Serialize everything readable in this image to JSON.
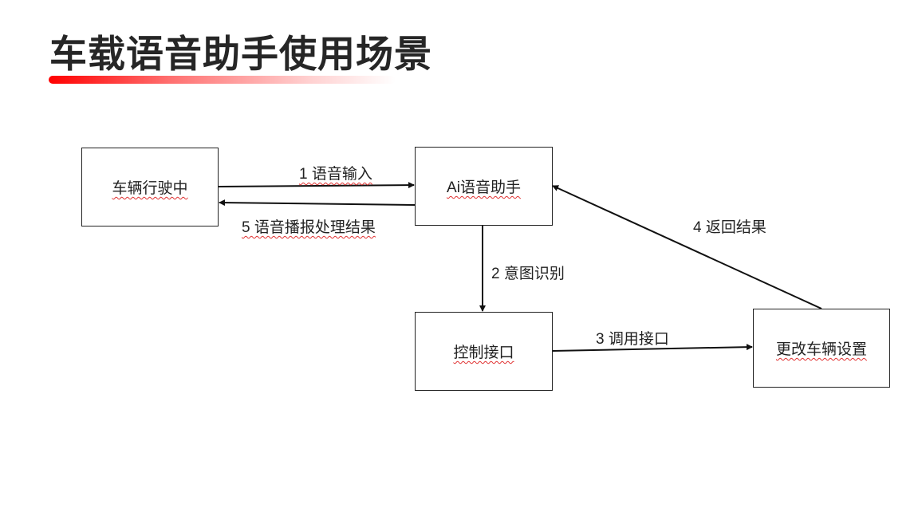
{
  "title": "车载语音助手使用场景",
  "nodes": {
    "driving": "车辆行驶中",
    "assistant": "Ai语音助手",
    "control": "控制接口",
    "settings": "更改车辆设置"
  },
  "edges": {
    "e1": "1 语音输入",
    "e2": "2 意图识别",
    "e3": "3 调用接口",
    "e4": "4 返回结果",
    "e5": "5 语音播报处理结果"
  },
  "colors": {
    "accent": "#ff0000",
    "line": "#111111"
  }
}
